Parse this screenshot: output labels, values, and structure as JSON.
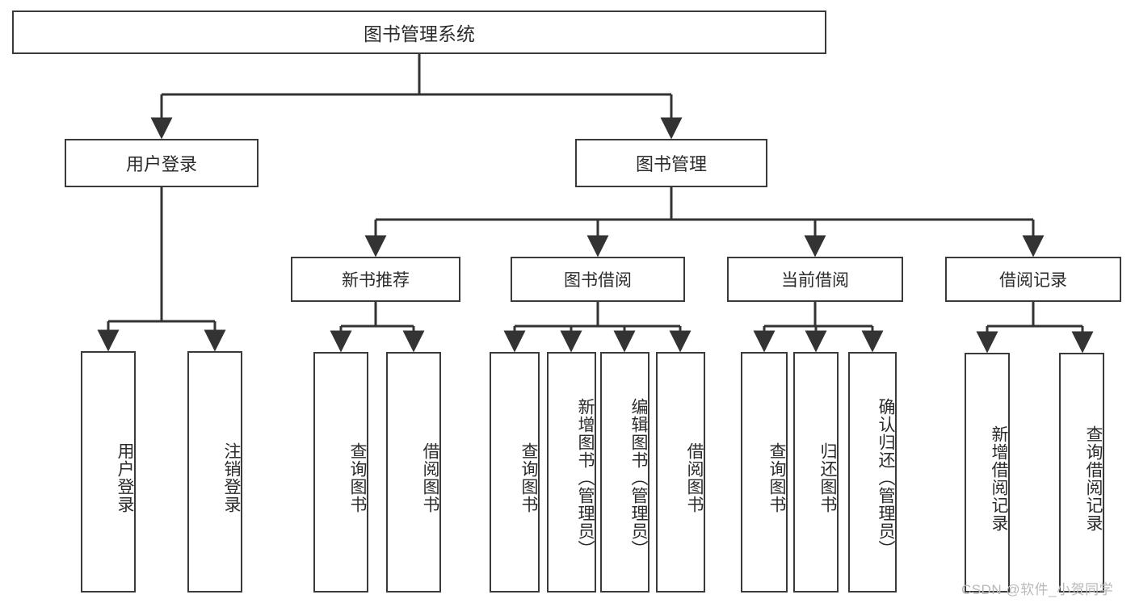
{
  "diagram": {
    "title": "图书管理系统",
    "type": "functional-structure-tree",
    "colors": {
      "background": "#ffffff",
      "border": "#3a3a3a",
      "connector": "#333333",
      "text": "#2b2b2b",
      "watermark": "#b9b9b9"
    },
    "nodes": {
      "root": {
        "label": "图书管理系统"
      },
      "level1": [
        {
          "label": "用户登录"
        },
        {
          "label": "图书管理"
        }
      ],
      "level2": [
        {
          "label": "新书推荐"
        },
        {
          "label": "图书借阅"
        },
        {
          "label": "当前借阅"
        },
        {
          "label": "借阅记录"
        }
      ],
      "leaves": {
        "user_login": [
          {
            "label": "用户登录"
          },
          {
            "label": "注销登录"
          }
        ],
        "new_book_recommend": [
          {
            "label": "查询图书"
          },
          {
            "label": "借阅图书"
          }
        ],
        "book_borrow": [
          {
            "label": "查询图书"
          },
          {
            "label": "新增图书（管理员）"
          },
          {
            "label": "编辑图书（管理员）"
          },
          {
            "label": "借阅图书"
          }
        ],
        "current_borrow": [
          {
            "label": "查询图书"
          },
          {
            "label": "归还图书"
          },
          {
            "label": "确认归还（管理员）"
          }
        ],
        "borrow_record": [
          {
            "label": "新增借阅记录"
          },
          {
            "label": "查询借阅记录"
          }
        ]
      }
    },
    "watermark": "CSDN @软件_小贺同学"
  }
}
